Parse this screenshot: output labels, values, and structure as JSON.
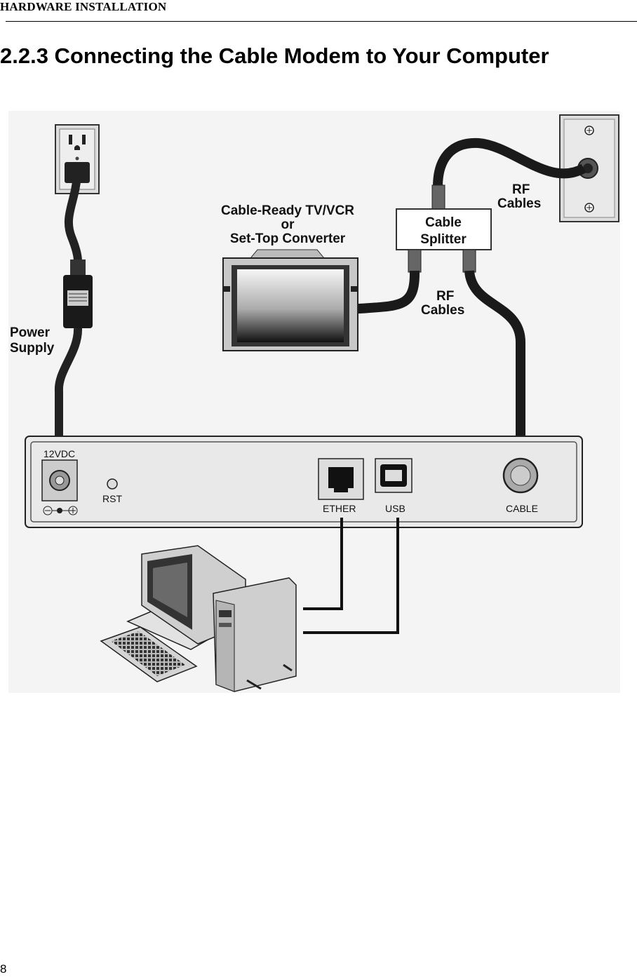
{
  "header": {
    "section": "HARDWARE INSTALLATION"
  },
  "heading": "2.2.3 Connecting the Cable Modem to Your Computer",
  "figure": {
    "labels": {
      "tv_line1": "Cable-Ready TV/VCR",
      "tv_line2": "or",
      "tv_line3": "Set-Top Converter",
      "splitter_line1": "Cable",
      "splitter_line2": "Splitter",
      "rf_top_line1": "RF",
      "rf_top_line2": "Cables",
      "rf_mid_line1": "RF",
      "rf_mid_line2": "Cables",
      "power_line1": "Power",
      "power_line2": "Supply"
    },
    "modem_ports": {
      "power": "12VDC",
      "reset": "RST",
      "ethernet": "ETHER",
      "usb": "USB",
      "cable": "CABLE"
    }
  },
  "footer": {
    "page_number": "8"
  }
}
